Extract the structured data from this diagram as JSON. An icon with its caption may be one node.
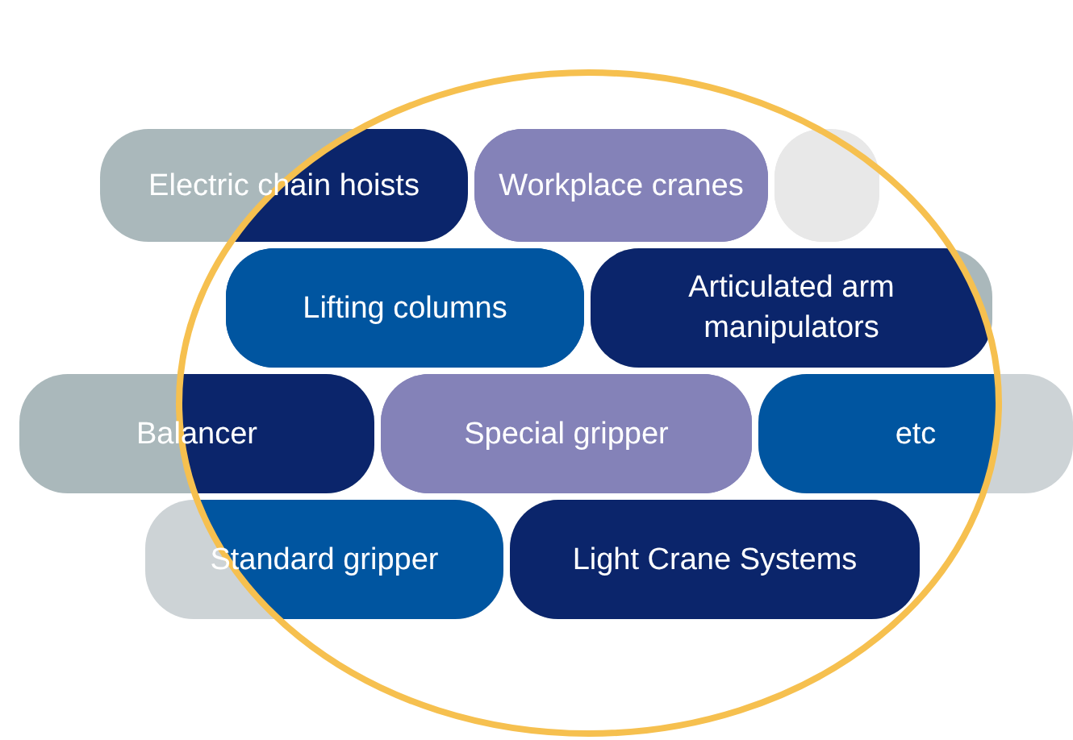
{
  "diagram": {
    "nodes": [
      {
        "text": [
          "Electric chain hoists"
        ]
      },
      {
        "text": [
          "Workplace cranes"
        ]
      },
      {
        "text": [],
        "shape": "box"
      },
      {
        "text": [
          "Lifting columns"
        ]
      },
      {
        "text": [
          "Articulated arm manipulators"
        ]
      },
      {
        "text": [
          "Balancer"
        ]
      },
      {
        "text": [
          "Special gripper"
        ]
      },
      {
        "text": [
          "etc"
        ]
      },
      {
        "text": [
          "Standard gripper"
        ]
      },
      {
        "text": [
          "Light Crane Systems"
        ]
      }
    ]
  }
}
